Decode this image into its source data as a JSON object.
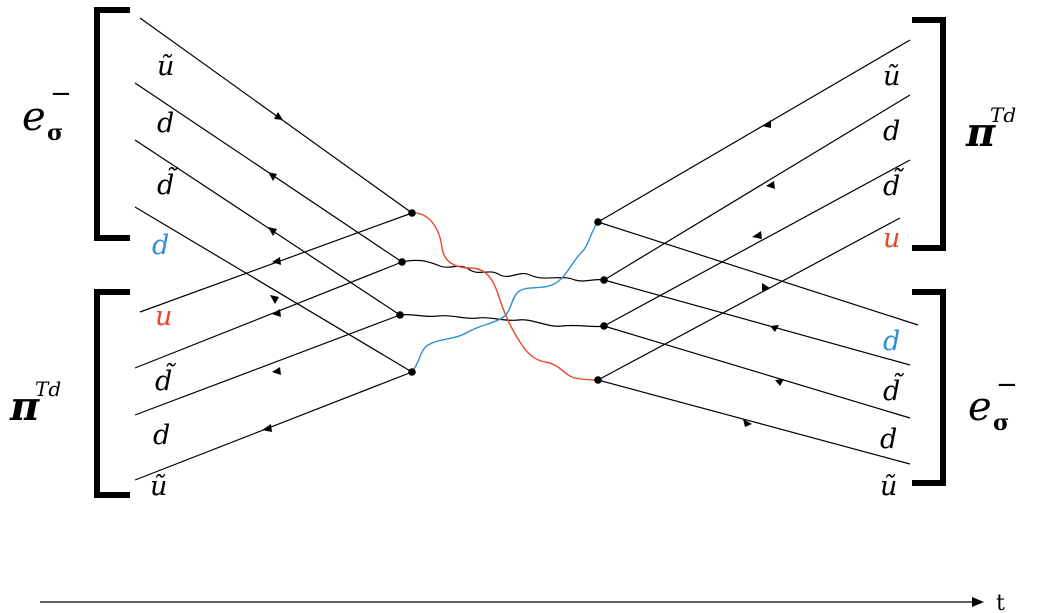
{
  "colors": {
    "line": "#000000",
    "red": "#e8482b",
    "blue": "#2f8fcf"
  },
  "labels": {
    "top_left_particle": "e",
    "top_left_sub": "σ",
    "top_left_sup": "−",
    "top_right_particle": "π",
    "top_right_sup": "Td",
    "bottom_left_particle": "π",
    "bottom_left_sup": "Td",
    "bottom_right_particle": "e",
    "bottom_right_sub": "σ",
    "bottom_right_sup": "−",
    "time_axis": "t"
  },
  "quarks": {
    "left": [
      "ũ",
      "d",
      "d̃",
      "d",
      "u",
      "d̃",
      "d",
      "ũ"
    ],
    "right": [
      "ũ",
      "d",
      "d̃",
      "u",
      "d",
      "d̃",
      "d",
      "ũ"
    ]
  }
}
